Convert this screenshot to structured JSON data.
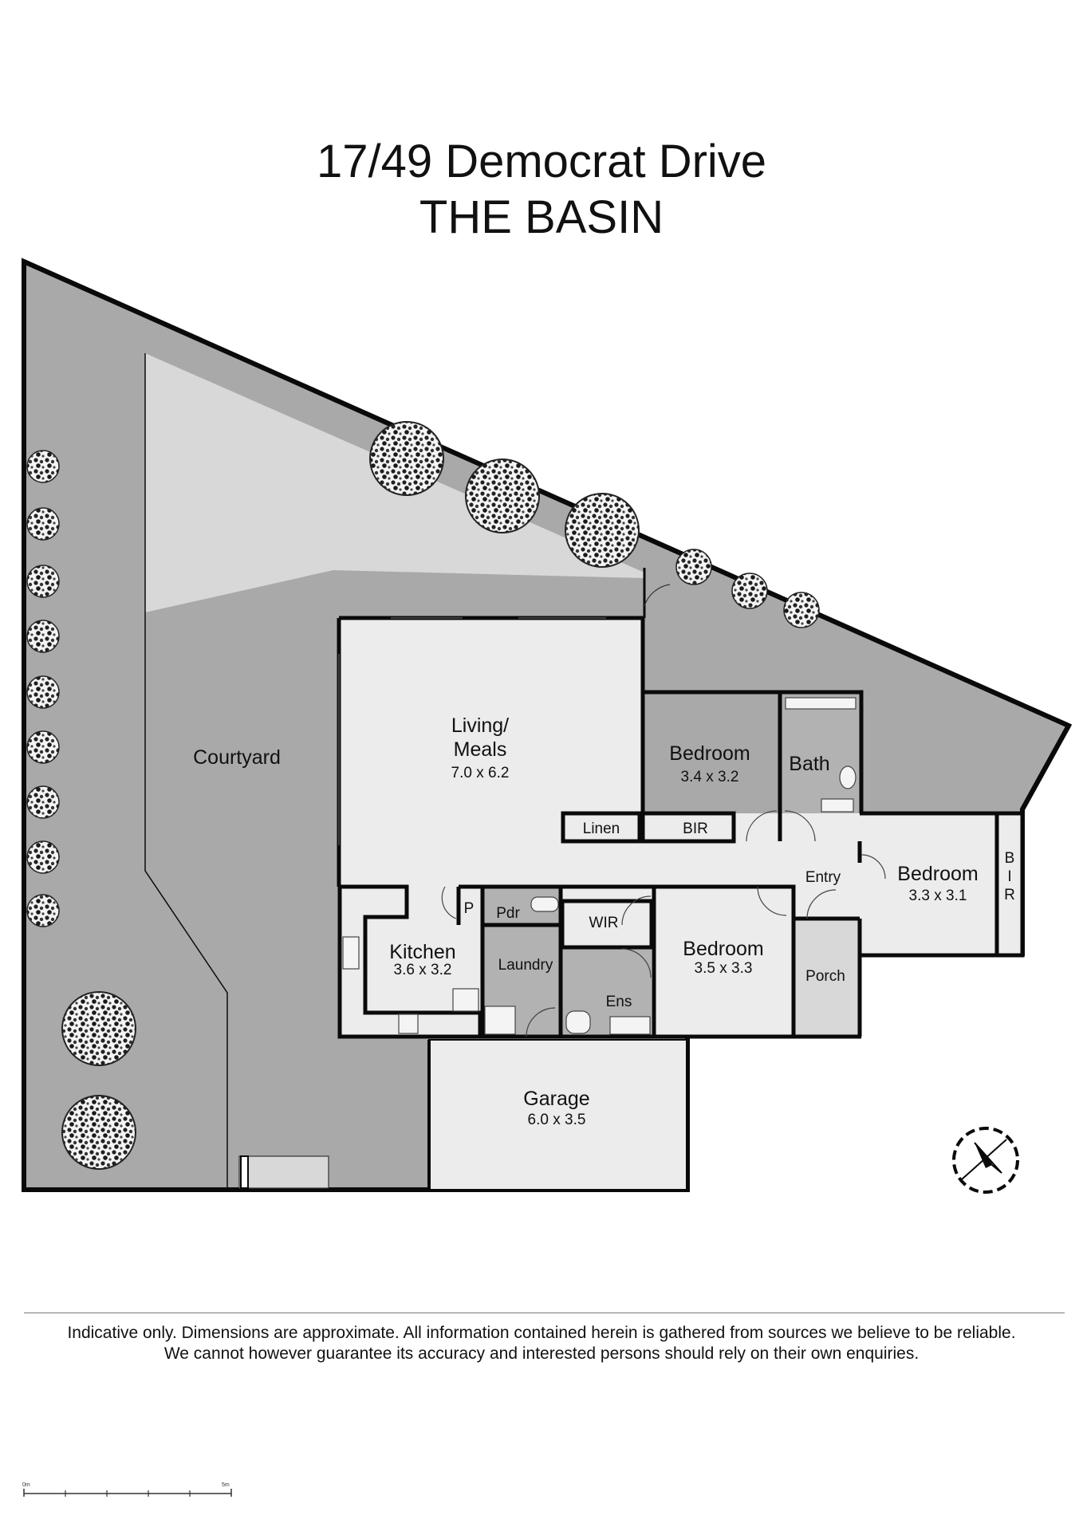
{
  "header": {
    "address_line1": "17/49 Democrat Drive",
    "address_line2": "THE BASIN"
  },
  "rooms": {
    "courtyard": {
      "name": "Courtyard"
    },
    "living": {
      "name_line1": "Living/",
      "name_line2": "Meals",
      "size": "7.0 x 6.2"
    },
    "bedroom_north": {
      "name": "Bedroom",
      "size": "3.4 x 3.2"
    },
    "bath": {
      "name": "Bath"
    },
    "linen": {
      "name": "Linen"
    },
    "bir_north": {
      "name": "BIR"
    },
    "entry": {
      "name": "Entry"
    },
    "bedroom_east": {
      "name": "Bedroom",
      "size": "3.3 x 3.1"
    },
    "bir_east": {
      "l1": "B",
      "l2": "I",
      "l3": "R"
    },
    "pantry": {
      "name": "P"
    },
    "powder": {
      "name": "Pdr"
    },
    "wir": {
      "name": "WIR"
    },
    "kitchen": {
      "name": "Kitchen",
      "size": "3.6 x 3.2"
    },
    "laundry": {
      "name": "Laundry"
    },
    "ensuite": {
      "name": "Ens"
    },
    "bedroom_main": {
      "name": "Bedroom",
      "size": "3.5 x 3.3"
    },
    "porch": {
      "name": "Porch"
    },
    "garage": {
      "name": "Garage",
      "size": "6.0 x 3.5"
    }
  },
  "scale_bar": {
    "start_label": "0m",
    "end_label": "5m"
  },
  "footer": {
    "disclaimer_line1": "Indicative only. Dimensions are approximate. All information contained herein is gathered from sources we believe to be reliable.",
    "disclaimer_line2": "We cannot however guarantee its accuracy and interested persons should rely on their own enquiries."
  },
  "icons": {
    "compass": "north-arrow-compass-icon",
    "tree": "tree-icon"
  },
  "colors": {
    "outdoor_dark": "#a9a9a9",
    "outdoor_light": "#d8d8d8",
    "interior": "#ececec",
    "wet_area": "#b2b2b2",
    "wall": "#0a0a0a"
  }
}
